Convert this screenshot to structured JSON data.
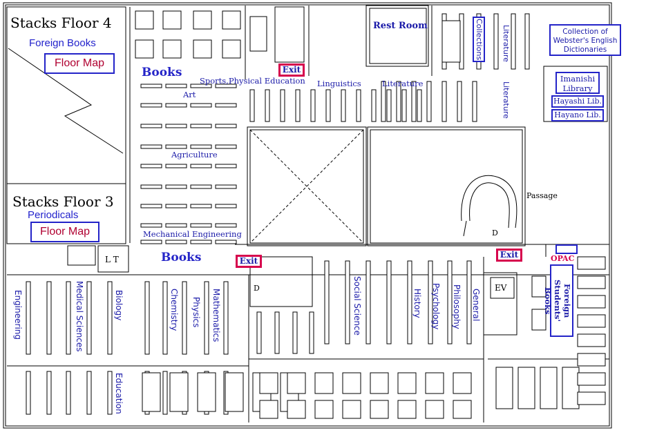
{
  "stacks4": {
    "title": "Stacks Floor 4",
    "subtitle": "Foreign Books",
    "link": "Floor Map"
  },
  "stacks3": {
    "title": "Stacks Floor 3",
    "subtitle": "Periodicals",
    "link": "Floor Map"
  },
  "books_labels": [
    "Books",
    "Books"
  ],
  "exits": [
    "Exit",
    "Exit",
    "Exit"
  ],
  "rooms": {
    "rest_room": "Rest Room",
    "collections": "Collections",
    "websters": "Collection of Webster's English Dictionaries",
    "imanishi": "Imanishi Library",
    "hayashi": "Hayashi Lib.",
    "hayano": "Hayano Lib.",
    "opac": "OPAC",
    "foreign_students": "Foreign Students' Books",
    "lt": "L T",
    "ev": "EV",
    "passage": "Passage",
    "stair_d1": "D",
    "stair_d2": "D"
  },
  "sections": {
    "sports": "Sports,Physical Education",
    "art": "Art",
    "agriculture": "Agriculture",
    "mech_eng": "Mechanical Engineering",
    "linguistics": "Linguistics",
    "literature_h": "Literature",
    "literature_v1": "Literature",
    "literature_v2": "Literature",
    "engineering": "Engineering",
    "medical": "Medical Sciences",
    "biology": "Biology",
    "chemistry": "Chemistry",
    "physics": "Physics",
    "mathematics": "Mathematics",
    "social_science": "Social Science",
    "history": "History",
    "psychology": "Psychology",
    "philosophy": "Philosophy",
    "general": "General",
    "education": "Education"
  }
}
